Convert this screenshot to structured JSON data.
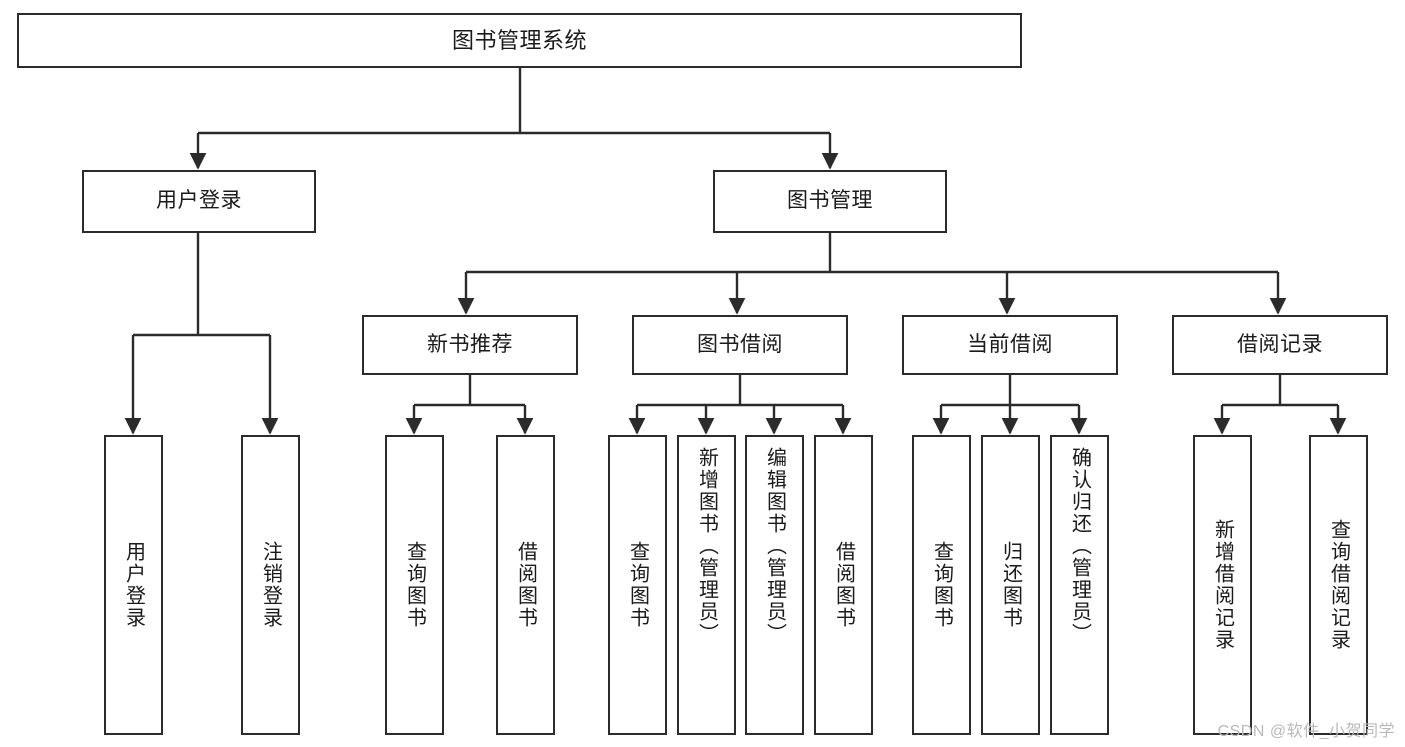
{
  "diagram": {
    "title": "图书管理系统",
    "type": "tree-hierarchy-chart",
    "watermark": "CSDN @软件_小贺同学",
    "colors": {
      "stroke": "#2b2b2b",
      "fill": "#ffffff",
      "text": "#1a1a1a",
      "watermark": "#b9b9b9"
    },
    "levels": {
      "root": {
        "label": "图书管理系统"
      },
      "level2": [
        {
          "id": "user-login",
          "label": "用户登录"
        },
        {
          "id": "book-management",
          "label": "图书管理"
        }
      ],
      "level3": [
        {
          "id": "new-book-recommend",
          "label": "新书推荐"
        },
        {
          "id": "book-borrow",
          "label": "图书借阅"
        },
        {
          "id": "current-borrow",
          "label": "当前借阅"
        },
        {
          "id": "borrow-record",
          "label": "借阅记录"
        }
      ],
      "leaves": [
        {
          "id": "leaf-user-login",
          "label": "用户登录",
          "parent": "user-login"
        },
        {
          "id": "leaf-logout-login",
          "label": "注销登录",
          "parent": "user-login"
        },
        {
          "id": "leaf-query-book-1",
          "label": "查询图书",
          "parent": "new-book-recommend"
        },
        {
          "id": "leaf-borrow-book-1",
          "label": "借阅图书",
          "parent": "new-book-recommend"
        },
        {
          "id": "leaf-query-book-2",
          "label": "查询图书",
          "parent": "book-borrow"
        },
        {
          "id": "leaf-add-book",
          "label": "新增图书（管理员）",
          "parent": "book-borrow"
        },
        {
          "id": "leaf-edit-book",
          "label": "编辑图书（管理员）",
          "parent": "book-borrow"
        },
        {
          "id": "leaf-borrow-book-2",
          "label": "借阅图书",
          "parent": "book-borrow"
        },
        {
          "id": "leaf-query-book-3",
          "label": "查询图书",
          "parent": "current-borrow"
        },
        {
          "id": "leaf-return-book",
          "label": "归还图书",
          "parent": "current-borrow"
        },
        {
          "id": "leaf-confirm-return",
          "label": "确认归还（管理员）",
          "parent": "current-borrow"
        },
        {
          "id": "leaf-add-record",
          "label": "新增借阅记录",
          "parent": "borrow-record"
        },
        {
          "id": "leaf-query-record",
          "label": "查询借阅记录",
          "parent": "borrow-record"
        }
      ]
    }
  }
}
